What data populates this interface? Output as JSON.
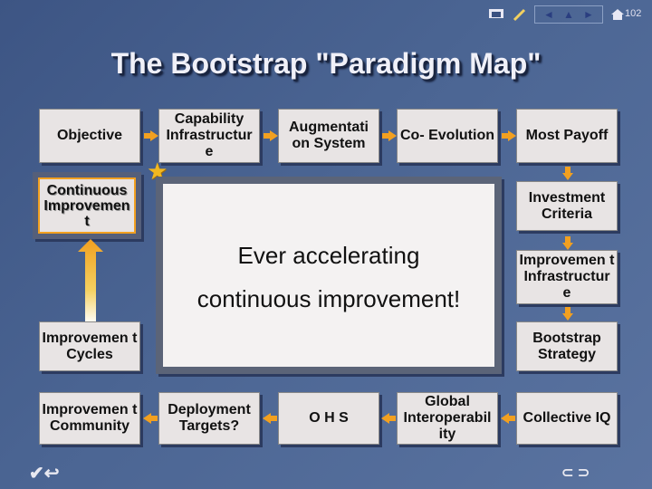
{
  "toolbar": {
    "icons": [
      "presentation-icon",
      "pen-icon",
      "arrow-icons",
      "home-icon"
    ],
    "nav": [
      "◄",
      "▲",
      "►"
    ],
    "page_number": "102"
  },
  "title": "The Bootstrap \"Paradigm Map\"",
  "row1": [
    "Objective",
    "Capability Infrastructur e",
    "Augmentati on System",
    "Co- Evolution",
    "Most Payoff"
  ],
  "highlight_label": "Continuous Improvemen t",
  "right_column": [
    "Investment Criteria",
    "Improvemen t Infrastructur e",
    "Bootstrap Strategy"
  ],
  "left_cycles": "Improvemen t Cycles",
  "bottom_row": [
    "Improvemen t Community",
    "Deployment Targets?",
    "O H S",
    "Global Interoperabil ity",
    "Collective IQ"
  ],
  "main_text": [
    "Ever accelerating",
    "continuous improvement!"
  ],
  "colors": {
    "arrow": "#f2a020",
    "box": "#e8e4e4",
    "background": "#4b6593"
  }
}
